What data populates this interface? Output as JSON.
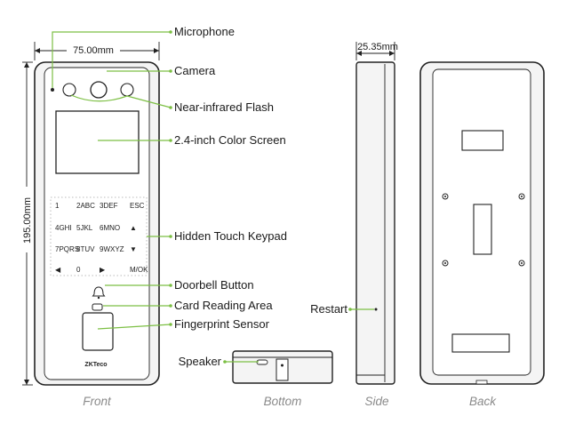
{
  "dimensions": {
    "width": "75.00mm",
    "height": "195.00mm",
    "depth": "25.35mm"
  },
  "callouts": {
    "microphone": "Microphone",
    "camera": "Camera",
    "nir_flash": "Near-infrared Flash",
    "screen": "2.4-inch Color Screen",
    "keypad": "Hidden Touch Keypad",
    "doorbell": "Doorbell Button",
    "card": "Card Reading Area",
    "fingerprint": "Fingerprint Sensor",
    "speaker": "Speaker",
    "restart": "Restart"
  },
  "views": {
    "front": "Front",
    "bottom": "Bottom",
    "side": "Side",
    "back": "Back"
  },
  "keypad": {
    "rows": [
      [
        "1",
        "2ABC",
        "3DEF",
        "ESC"
      ],
      [
        "4GHI",
        "5JKL",
        "6MNO",
        "▲"
      ],
      [
        "7PQRS",
        "8TUV",
        "9WXYZ",
        "▼"
      ],
      [
        "◀",
        "0",
        "▶",
        "M/OK"
      ]
    ]
  },
  "brand": "ZKTeco",
  "colors": {
    "accent": "#7cbf43",
    "line": "#222222",
    "label": "#1a1a1a",
    "view_label": "#8a8a8a"
  }
}
